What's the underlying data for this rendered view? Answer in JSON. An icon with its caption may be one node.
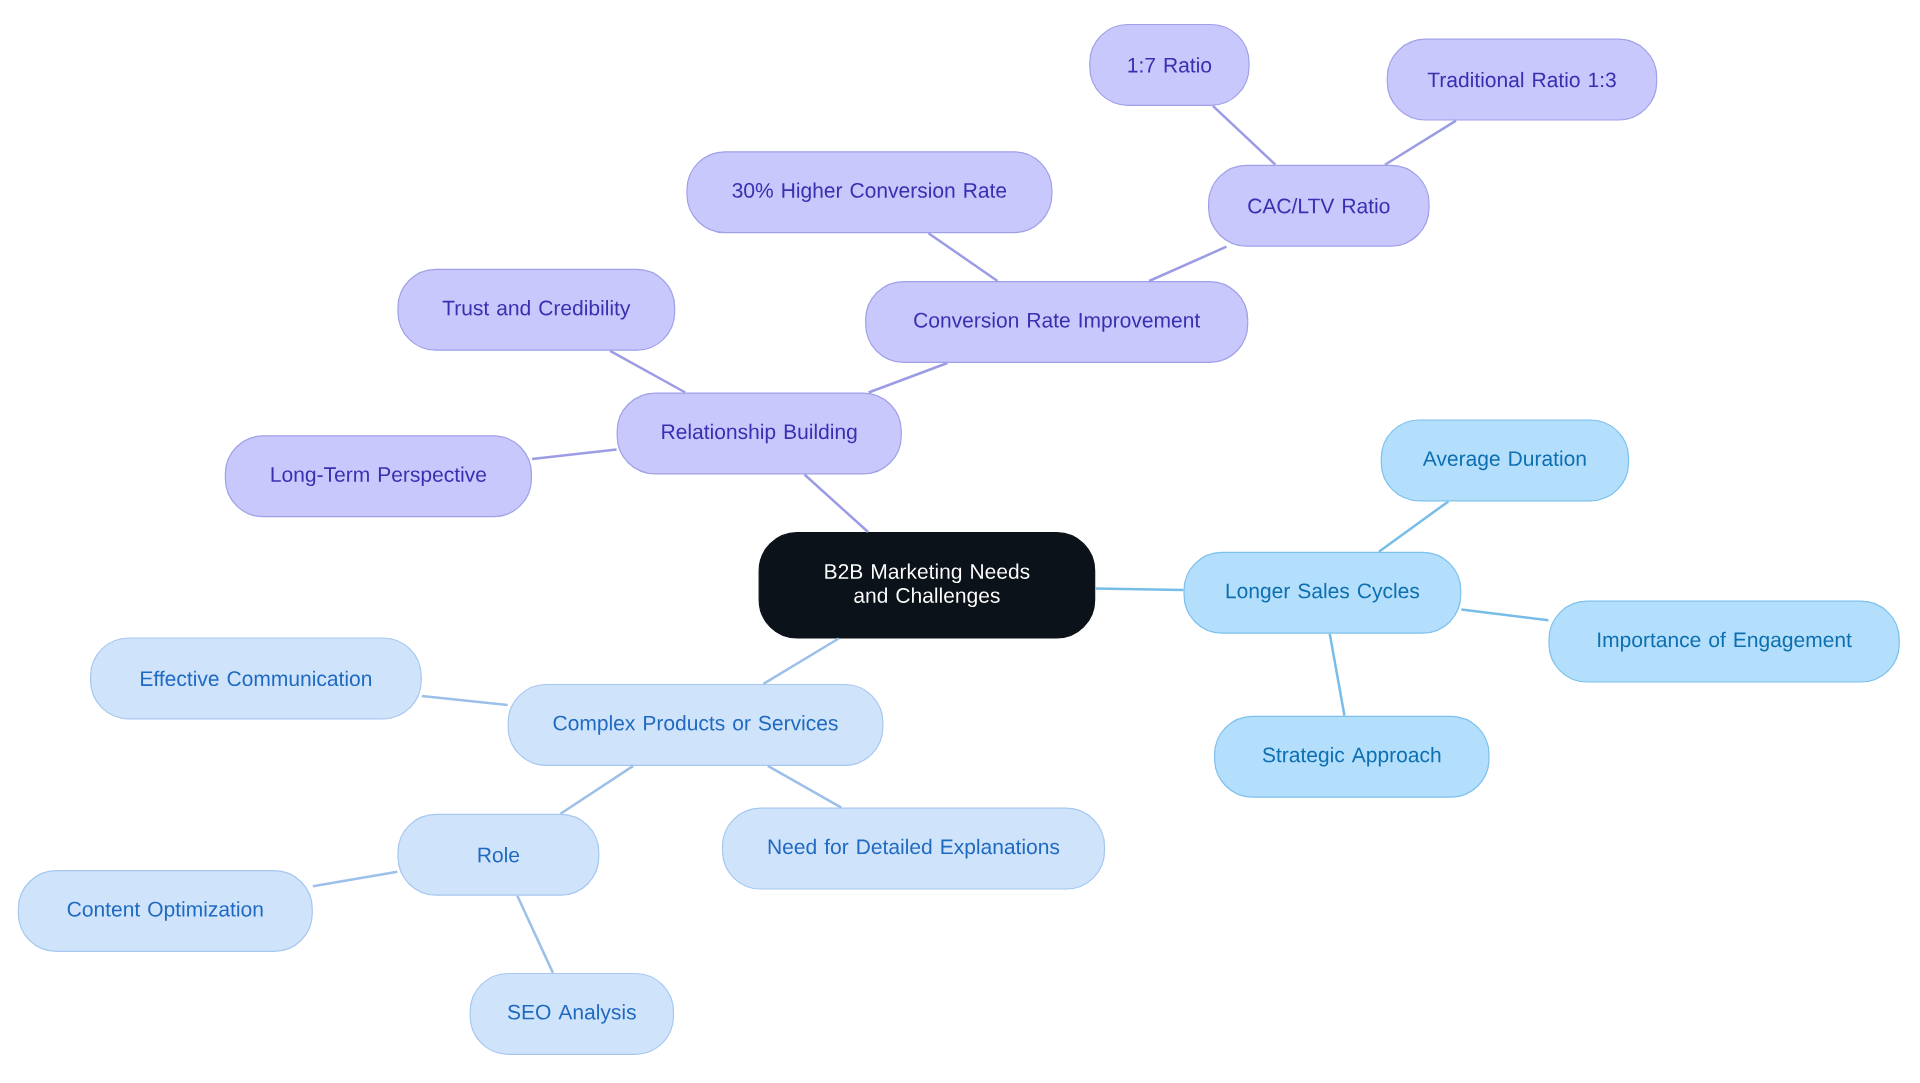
{
  "diagram": {
    "nodes": [
      {
        "text": [
          "B2B Marketing Needs and Challenges"
        ]
      },
      {
        "text": [
          "Relationship Building"
        ]
      },
      {
        "text": [
          "Trust and Credibility"
        ]
      },
      {
        "text": [
          "Long-Term Perspective"
        ]
      },
      {
        "text": [
          "Conversion Rate Improvement"
        ]
      },
      {
        "text": [
          "30% Higher Conversion Rate"
        ]
      },
      {
        "text": [
          "CAC/LTV Ratio"
        ]
      },
      {
        "text": [
          "1:7 Ratio"
        ]
      },
      {
        "text": [
          "Traditional Ratio 1:3"
        ]
      },
      {
        "text": [
          "Longer Sales Cycles"
        ]
      },
      {
        "text": [
          "Average Duration"
        ]
      },
      {
        "text": [
          "Importance of Engagement"
        ]
      },
      {
        "text": [
          "Strategic Approach"
        ]
      },
      {
        "text": [
          "Complex Products or Services"
        ]
      },
      {
        "text": [
          "Effective Communication"
        ]
      },
      {
        "text": [
          "Role"
        ]
      },
      {
        "text": [
          "Content Optimization"
        ]
      },
      {
        "text": [
          "SEO Analysis"
        ]
      },
      {
        "text": [
          "Need for Detailed Explanations"
        ]
      }
    ],
    "edges": [
      {
        "from": 0,
        "to": 1,
        "arrow": "none",
        "color": "#9c9ce6"
      },
      {
        "from": 1,
        "to": 2,
        "arrow": "none",
        "color": "#9c9ce6"
      },
      {
        "from": 1,
        "to": 3,
        "arrow": "none",
        "color": "#9c9ce6"
      },
      {
        "from": 1,
        "to": 4,
        "arrow": "none",
        "color": "#9c9ce6"
      },
      {
        "from": 4,
        "to": 5,
        "arrow": "none",
        "color": "#9c9ce6"
      },
      {
        "from": 4,
        "to": 6,
        "arrow": "none",
        "color": "#9c9ce6"
      },
      {
        "from": 6,
        "to": 7,
        "arrow": "none",
        "color": "#9c9ce6"
      },
      {
        "from": 6,
        "to": 8,
        "arrow": "none",
        "color": "#9c9ce6"
      },
      {
        "from": 0,
        "to": 9,
        "arrow": "none",
        "color": "#78bde8"
      },
      {
        "from": 9,
        "to": 10,
        "arrow": "none",
        "color": "#78bde8"
      },
      {
        "from": 9,
        "to": 11,
        "arrow": "none",
        "color": "#78bde8"
      },
      {
        "from": 9,
        "to": 12,
        "arrow": "none",
        "color": "#78bde8"
      },
      {
        "from": 0,
        "to": 13,
        "arrow": "none",
        "color": "#9cc0ea"
      },
      {
        "from": 13,
        "to": 14,
        "arrow": "none",
        "color": "#9cc0ea"
      },
      {
        "from": 13,
        "to": 15,
        "arrow": "none",
        "color": "#9cc0ea"
      },
      {
        "from": 15,
        "to": 16,
        "arrow": "none",
        "color": "#9cc0ea"
      },
      {
        "from": 15,
        "to": 17,
        "arrow": "none",
        "color": "#9cc0ea"
      },
      {
        "from": 13,
        "to": 18,
        "arrow": "none",
        "color": "#9cc0ea"
      }
    ]
  }
}
